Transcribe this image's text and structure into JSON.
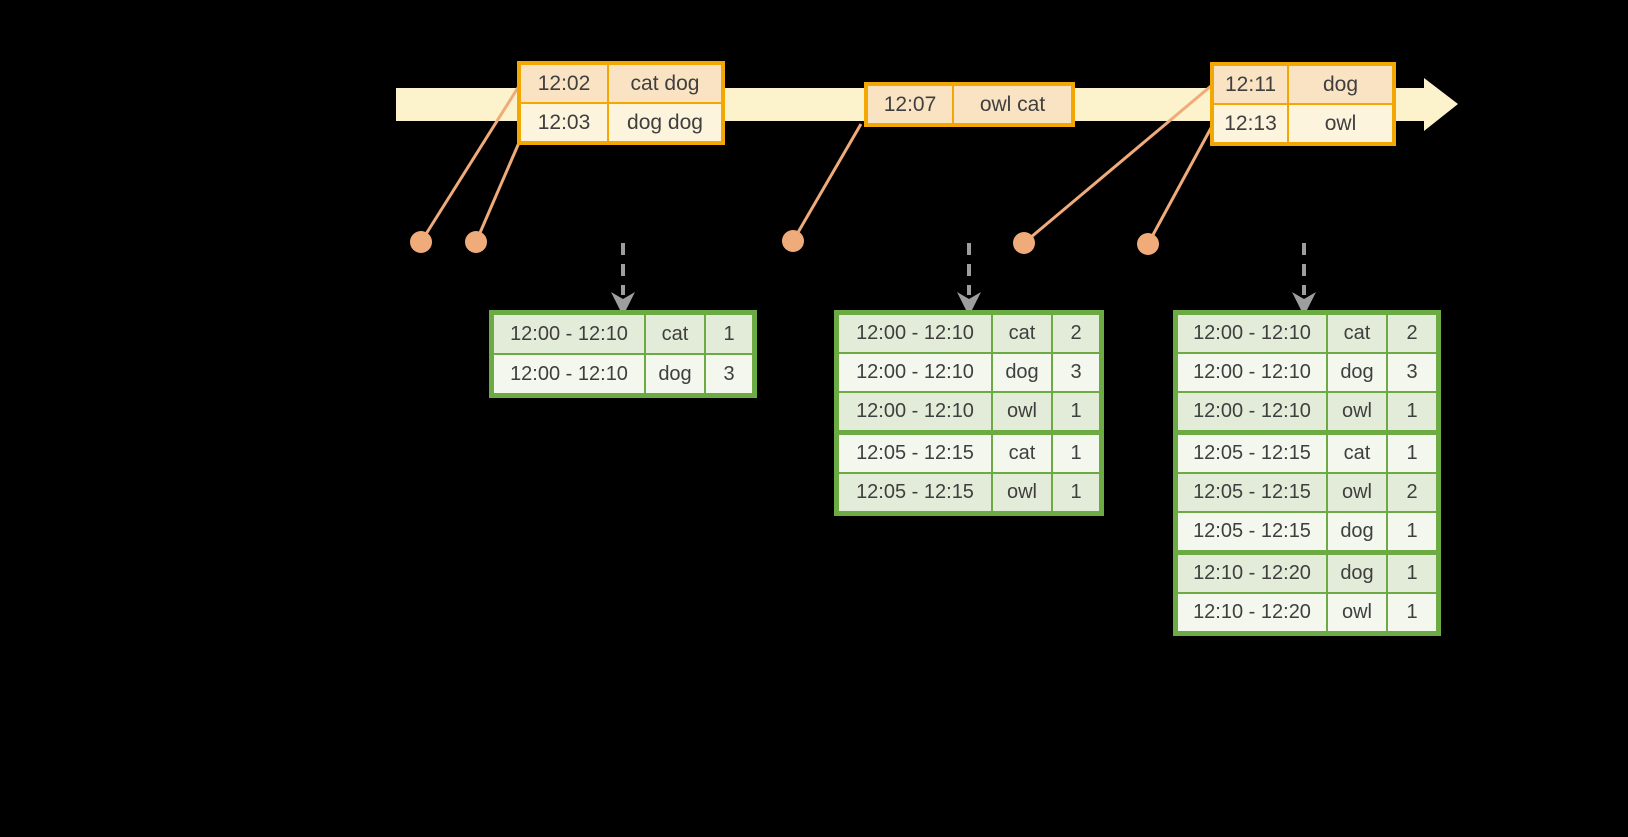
{
  "colors": {
    "background": "#000000",
    "band": "#fcf2cc",
    "orange_border": "#f2a702",
    "peach_fill": "#fae3c3",
    "cream_fill": "#fdf4dd",
    "connector": "#f0ab7a",
    "dashed_arrow": "#9e9e9e",
    "green_border": "#6caa44",
    "green_row_dark": "#e3ecd8",
    "green_row_light": "#f3f7ee",
    "text": "#3f3f3f"
  },
  "timeline": {
    "events": [
      {
        "time": "12:02",
        "words": "cat dog"
      },
      {
        "time": "12:03",
        "words": "dog dog"
      },
      {
        "time": "12:07",
        "words": "owl cat"
      },
      {
        "time": "12:11",
        "words": "dog"
      },
      {
        "time": "12:13",
        "words": "owl"
      }
    ]
  },
  "event_tables": [
    {
      "rows": [
        [
          "12:02",
          "cat dog"
        ],
        [
          "12:03",
          "dog dog"
        ]
      ]
    },
    {
      "rows": [
        [
          "12:07",
          "owl cat"
        ]
      ]
    },
    {
      "rows": [
        [
          "12:11",
          "dog"
        ],
        [
          "12:13",
          "owl"
        ]
      ]
    }
  ],
  "result_tables": [
    {
      "rows": [
        [
          "12:00 - 12:10",
          "cat",
          "1"
        ],
        [
          "12:00 - 12:10",
          "dog",
          "3"
        ]
      ]
    },
    {
      "rows": [
        [
          "12:00 - 12:10",
          "cat",
          "2"
        ],
        [
          "12:00 - 12:10",
          "dog",
          "3"
        ],
        [
          "12:00 - 12:10",
          "owl",
          "1"
        ],
        [
          "12:05 - 12:15",
          "cat",
          "1"
        ],
        [
          "12:05 - 12:15",
          "owl",
          "1"
        ]
      ]
    },
    {
      "rows": [
        [
          "12:00 - 12:10",
          "cat",
          "2"
        ],
        [
          "12:00 - 12:10",
          "dog",
          "3"
        ],
        [
          "12:00 - 12:10",
          "owl",
          "1"
        ],
        [
          "12:05 - 12:15",
          "cat",
          "1"
        ],
        [
          "12:05 - 12:15",
          "owl",
          "2"
        ],
        [
          "12:05 - 12:15",
          "dog",
          "1"
        ],
        [
          "12:10 - 12:20",
          "dog",
          "1"
        ],
        [
          "12:10 - 12:20",
          "owl",
          "1"
        ]
      ]
    }
  ]
}
